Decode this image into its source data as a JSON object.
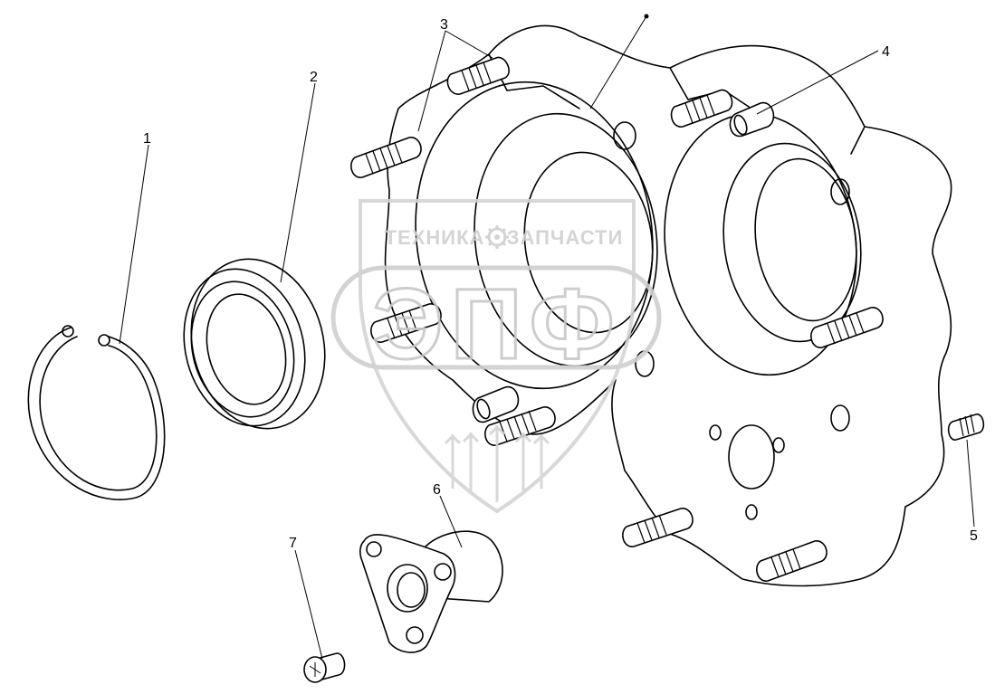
{
  "callouts": [
    {
      "id": "1",
      "label": "1"
    },
    {
      "id": "2",
      "label": "2"
    },
    {
      "id": "3",
      "label": "3"
    },
    {
      "id": "4",
      "label": "4"
    },
    {
      "id": "5",
      "label": "5"
    },
    {
      "id": "6",
      "label": "6"
    },
    {
      "id": "7",
      "label": "7"
    }
  ],
  "watermark": {
    "top_left": "ТЕХНИКА",
    "top_right": "ЗАПЧАСТИ",
    "big": "ЭПФ",
    "gear_icon": "gear-icon",
    "color": "#c8c8c8"
  }
}
